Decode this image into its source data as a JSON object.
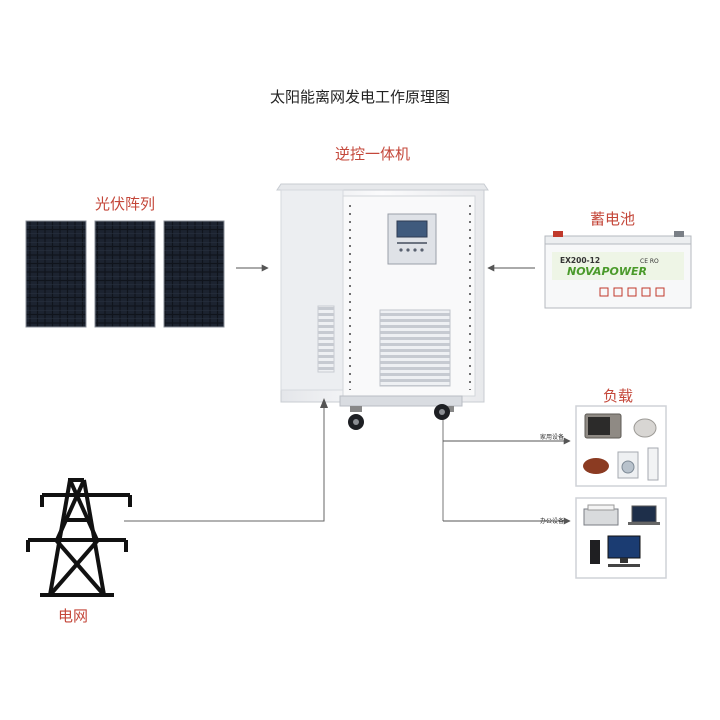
{
  "title": "太阳能离网发电工作原理图",
  "labels": {
    "inverter": "逆控一体机",
    "pv_array": "光伏阵列",
    "battery": "蓄电池",
    "load": "负载",
    "grid": "电网",
    "home_appliances": "家用设备",
    "office_equipment": "办公设备"
  },
  "battery": {
    "model": "EX200-12",
    "brand": "NOVAPOWER",
    "marks": "CE RO"
  },
  "colors": {
    "label_red": "#c4473a",
    "arrow": "#555555",
    "cabinet": "#f2f3f5"
  },
  "icons": [
    "solar-panel-icon",
    "inverter-cabinet-icon",
    "battery-icon",
    "appliance-icon",
    "computer-icon",
    "power-tower-icon"
  ]
}
